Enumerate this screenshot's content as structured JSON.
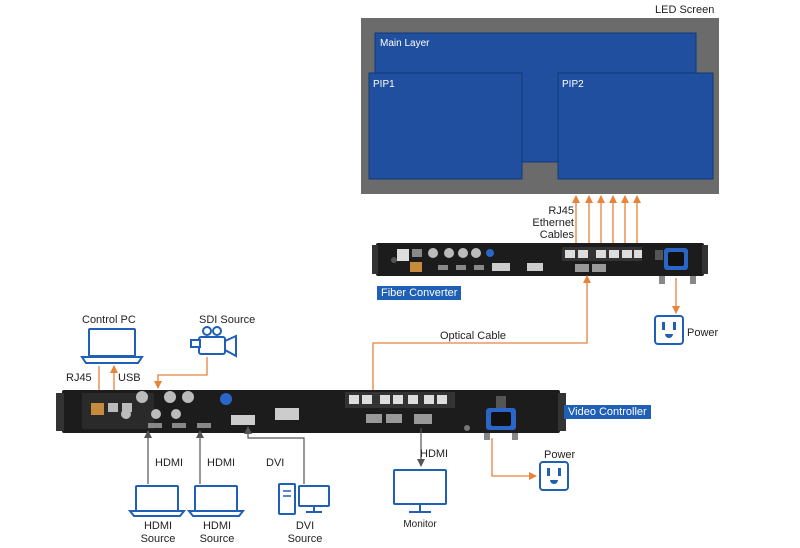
{
  "led": {
    "title": "LED Screen",
    "main_layer": "Main Layer",
    "pip1": "PIP1",
    "pip2": "PIP2",
    "frame_color": "#6b6b6b",
    "layer_color": "#1f4f9e"
  },
  "cables": {
    "rj45_ethernet": [
      "RJ45",
      "Ethernet",
      "Cables"
    ],
    "optical": "Optical Cable",
    "rj45": "RJ45",
    "usb": "USB",
    "hdmi": "HDMI",
    "dvi": "DVI"
  },
  "devices": {
    "fiber_converter": "Fiber Converter",
    "video_controller": "Video Controller",
    "control_pc": "Control PC",
    "sdi_source": "SDI Source",
    "monitor": "Monitor",
    "power": "Power",
    "hdmi_source": [
      "HDMI",
      "Source"
    ],
    "dvi_source": [
      "DVI",
      "Source"
    ]
  },
  "colors": {
    "arrow": "#e8833a",
    "line": "#555555",
    "device_body": "#1c1c1c",
    "tag_bg": "#1f5fb5"
  }
}
